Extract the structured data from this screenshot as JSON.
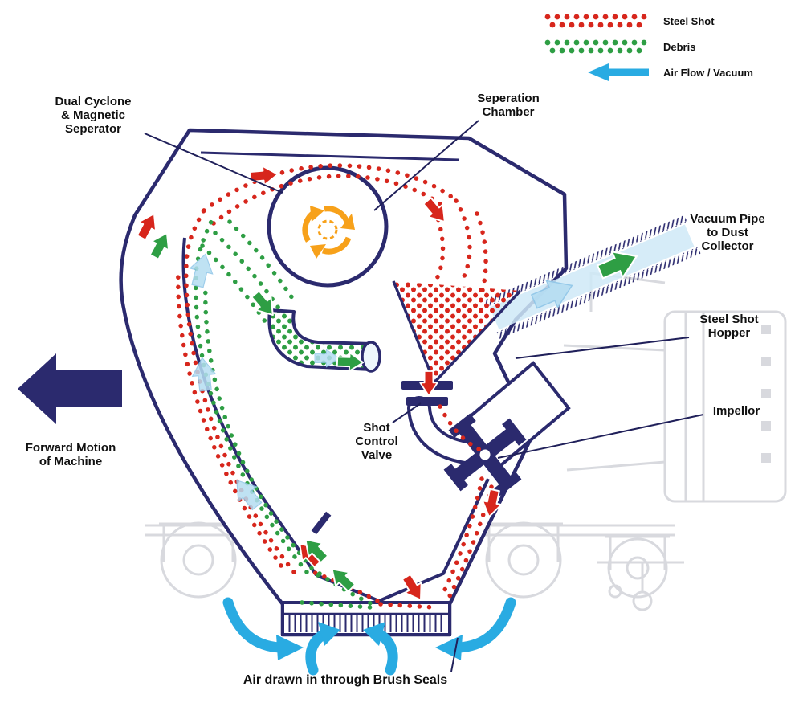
{
  "legend": {
    "items": [
      {
        "label": "Steel Shot"
      },
      {
        "label": "Debris"
      },
      {
        "label": "Air Flow / Vacuum"
      }
    ]
  },
  "labels": {
    "dual_cyclone": [
      "Dual Cyclone",
      "& Magnetic",
      "Seperator"
    ],
    "separation_chamber": [
      "Seperation",
      "Chamber"
    ],
    "vacuum_pipe": [
      "Vacuum Pipe",
      "to Dust",
      "Collector"
    ],
    "steel_shot_hopper": [
      "Steel Shot",
      "Hopper"
    ],
    "impellor": [
      "Impellor"
    ],
    "shot_control_valve": [
      "Shot",
      "Control",
      "Valve"
    ],
    "forward_motion": [
      "Forward Motion",
      "of Machine"
    ],
    "brush_seals": [
      "Air drawn in through Brush Seals"
    ]
  },
  "colors": {
    "steel_shot": "#d7261c",
    "debris": "#2e9e44",
    "air_flow": "#29abe2",
    "machine_outline": "#2b2a6e",
    "cyclone": "#f7a11a"
  }
}
